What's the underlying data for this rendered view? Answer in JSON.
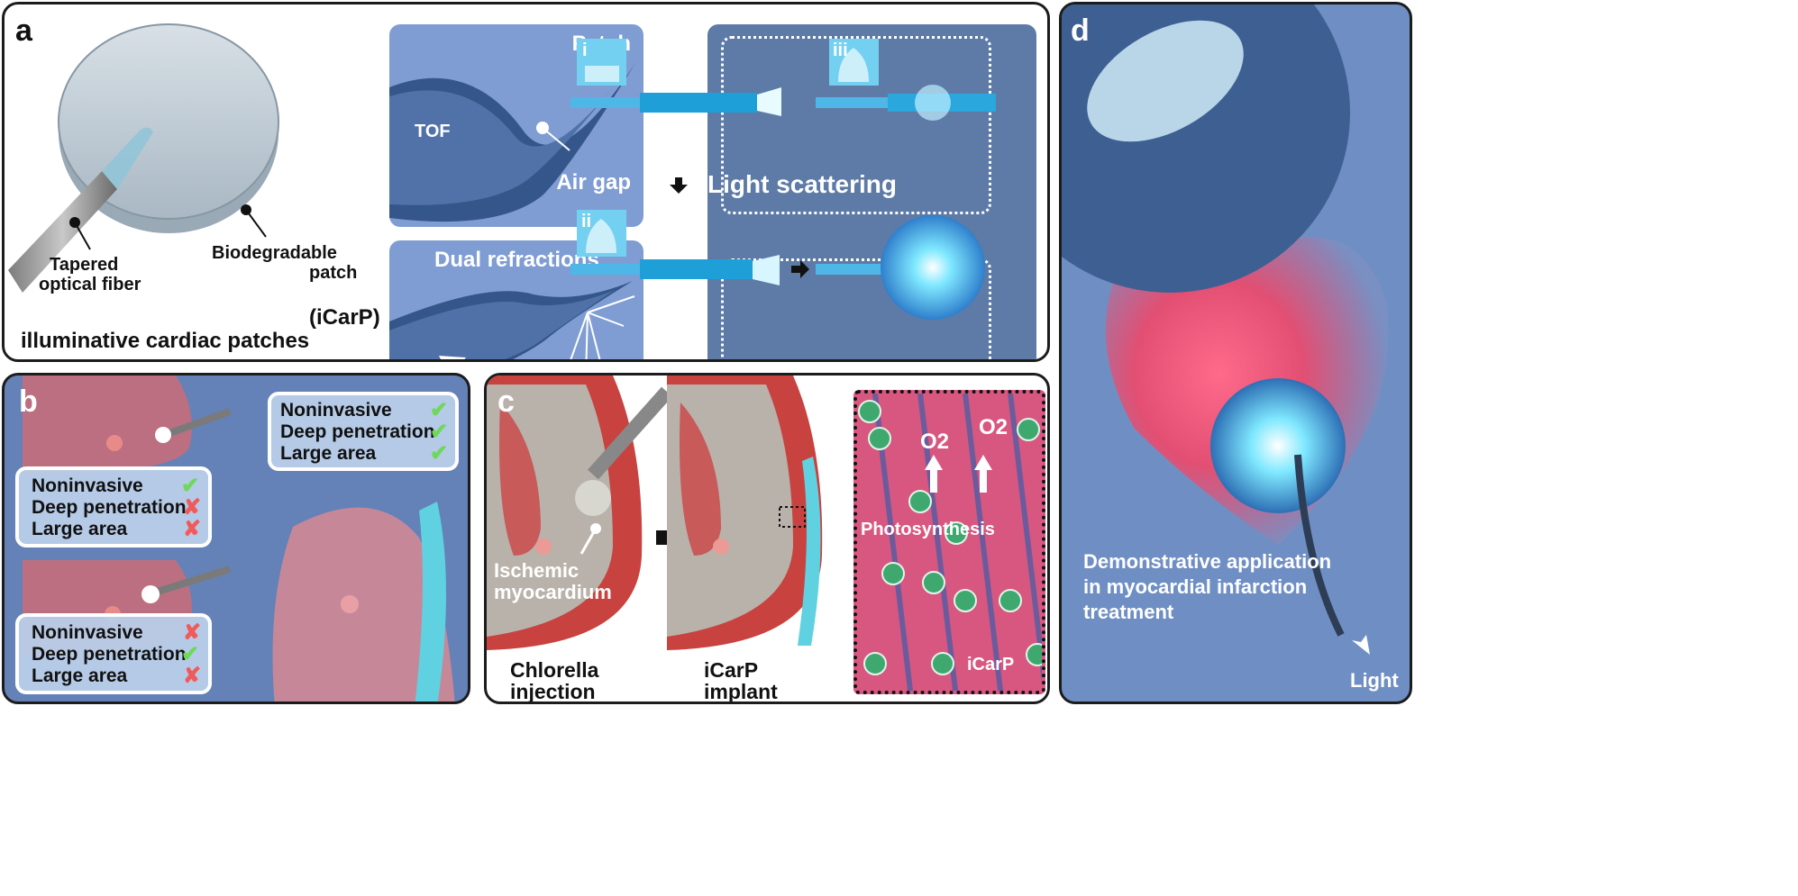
{
  "panel_a": {
    "label": "a",
    "tapered_fiber": "Tapered optical fiber",
    "tapered_line1": "Tapered",
    "tapered_line2": "optical fiber",
    "patch_line1": "Biodegradable",
    "patch_line2": "patch",
    "caption_line1": "(iCarP)",
    "caption_line2": "illuminative cardiac patches",
    "patch_title": "Patch",
    "tof": "TOF",
    "air_gap": "Air gap",
    "dual_refractions": "Dual refractions",
    "light_scattering": "Light scattering",
    "roman_i": "i",
    "roman_ii": "ii",
    "roman_iii": "iii"
  },
  "panel_b": {
    "label": "b",
    "list1": [
      {
        "text": "Noninvasive",
        "mark": "✔",
        "ok": true
      },
      {
        "text": "Deep penetration",
        "mark": "✘",
        "ok": false
      },
      {
        "text": "Large area",
        "mark": "✘",
        "ok": false
      }
    ],
    "list2": [
      {
        "text": "Noninvasive",
        "mark": "✘",
        "ok": false
      },
      {
        "text": "Deep penetration",
        "mark": "✔",
        "ok": true
      },
      {
        "text": "Large area",
        "mark": "✘",
        "ok": false
      }
    ],
    "list3": [
      {
        "text": "Noninvasive",
        "mark": "✔",
        "ok": true
      },
      {
        "text": "Deep penetration",
        "mark": "✔",
        "ok": true
      },
      {
        "text": "Large area",
        "mark": "✔",
        "ok": true
      }
    ]
  },
  "panel_c": {
    "label": "c",
    "ischemic_line1": "Ischemic",
    "ischemic_line2": "myocardium",
    "chlorella_line1": "Chlorella",
    "chlorella_line2": "injection",
    "icarp_line1": "iCarP",
    "icarp_line2": "implant",
    "o2_left": "O2",
    "o2_right": "O2",
    "photosynthesis": "Photosynthesis",
    "icarp_tag": "iCarP"
  },
  "panel_d": {
    "label": "d",
    "caption_line1": "Demonstrative application",
    "caption_line2": "in myocardial infarction",
    "caption_line3": "treatment",
    "light": "Light"
  },
  "colors": {
    "panel_bg": "#5e7fb0",
    "sub_bg": "#7b9ad0",
    "tile_bg": "#5d7ba6",
    "heart_red": "#d04a4e",
    "light_cyan": "#7fe8ff",
    "check_green": "#6ed858",
    "cross_red": "#f15a5a"
  }
}
